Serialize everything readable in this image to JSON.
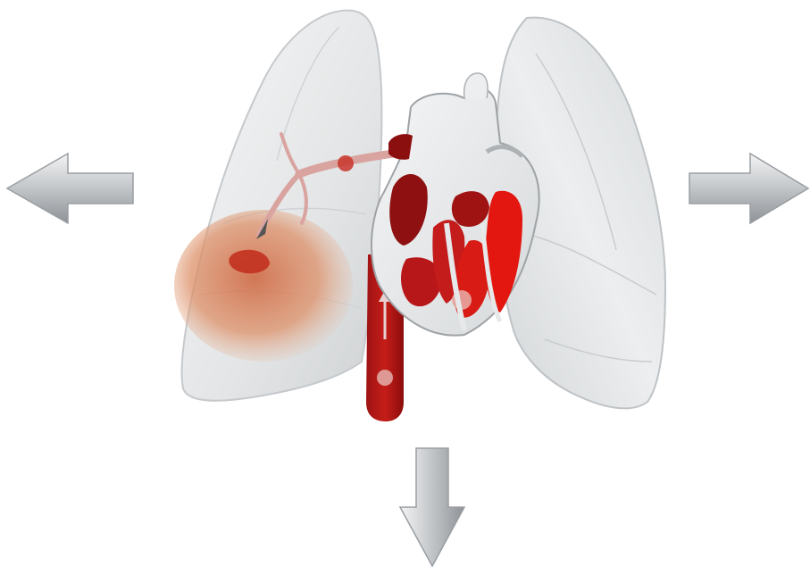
{
  "image": {
    "subject": "anatomical-illustration",
    "elements": [
      "left-lung",
      "right-lung",
      "heart-cross-section",
      "vena-cava",
      "pulmonary-artery",
      "blood-clot"
    ],
    "colors": {
      "background": "#ffffff",
      "lung_fill": "#e9eaeb",
      "lung_edge": "#bfc3c6",
      "blood_dark": "#8b0f0f",
      "blood_bright": "#e3170f",
      "infarct": "#d9865a",
      "arrow_metal": "#b9bcbf"
    }
  },
  "nav": {
    "arrows": [
      {
        "direction": "left",
        "icon": "arrow-left-icon"
      },
      {
        "direction": "right",
        "icon": "arrow-right-icon"
      },
      {
        "direction": "down",
        "icon": "arrow-down-icon"
      }
    ]
  }
}
